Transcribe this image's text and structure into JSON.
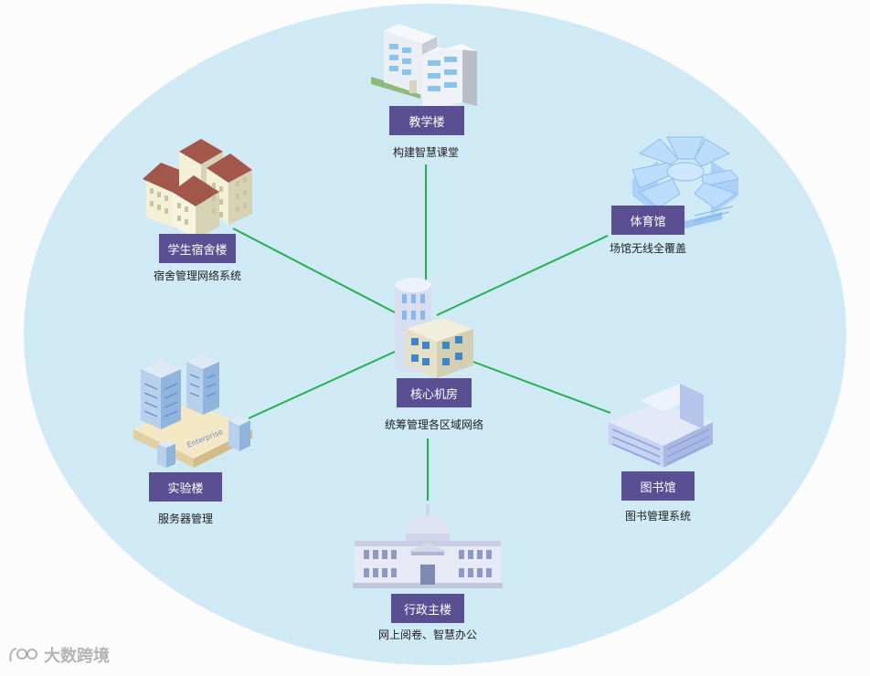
{
  "center": {
    "label": "核心机房",
    "caption": "统筹管理各区域网络"
  },
  "nodes": [
    {
      "id": "teaching",
      "label": "教学楼",
      "caption": "构建智慧课堂"
    },
    {
      "id": "stadium",
      "label": "体育馆",
      "caption": "场馆无线全覆盖"
    },
    {
      "id": "dorm",
      "label": "学生宿舍楼",
      "caption": "宿舍管理网络系统"
    },
    {
      "id": "lab",
      "label": "实验楼",
      "caption": "服务器管理"
    },
    {
      "id": "admin",
      "label": "行政主楼",
      "caption": "网上阅卷、智慧办公"
    },
    {
      "id": "library",
      "label": "图书馆",
      "caption": "图书管理系统"
    }
  ],
  "lab_sign_text": "Enterprise",
  "watermark": "大数跨境",
  "colors": {
    "ellipse": "#cfe9f5",
    "link": "#22b14c",
    "label_bg": "#5b4f93"
  }
}
